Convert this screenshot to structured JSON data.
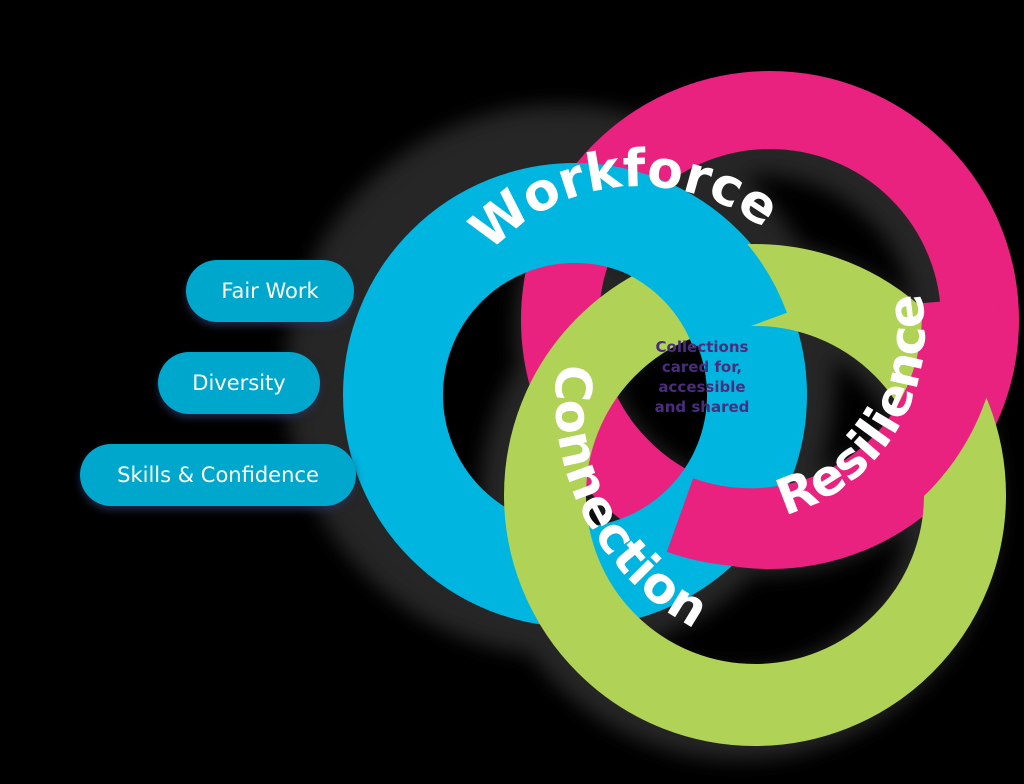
{
  "pills": [
    {
      "label": "Fair Work"
    },
    {
      "label": "Diversity"
    },
    {
      "label": "Skills & Confidence"
    }
  ],
  "rings": {
    "workforce": {
      "label": "Workforce",
      "color": "#00b5e0"
    },
    "resilience": {
      "label": "Resilience",
      "color": "#e9217f"
    },
    "connection": {
      "label": "Connection",
      "color": "#b0d257"
    }
  },
  "center_text": {
    "line1": "Collections",
    "line2": "cared for,",
    "line3": "accessible",
    "line4": "and shared",
    "color": "#4a2d7e"
  },
  "colors": {
    "background": "#000000",
    "pill": "#00a7cc"
  }
}
